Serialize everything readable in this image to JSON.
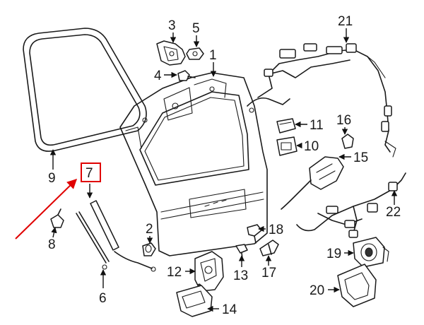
{
  "callouts": {
    "c1": "1",
    "c2": "2",
    "c3": "3",
    "c4": "4",
    "c5": "5",
    "c6": "6",
    "c7": "7",
    "c8": "8",
    "c9": "9",
    "c10": "10",
    "c11": "11",
    "c12": "12",
    "c13": "13",
    "c14": "14",
    "c15": "15",
    "c16": "16",
    "c17": "17",
    "c18": "18",
    "c19": "19",
    "c20": "20",
    "c21": "21",
    "c22": "22"
  },
  "highlight": {
    "callout": "7",
    "box_color": "#e00000",
    "arrow_color": "#e00000"
  },
  "colors": {
    "line": "#1a1a1a",
    "background": "#ffffff"
  }
}
